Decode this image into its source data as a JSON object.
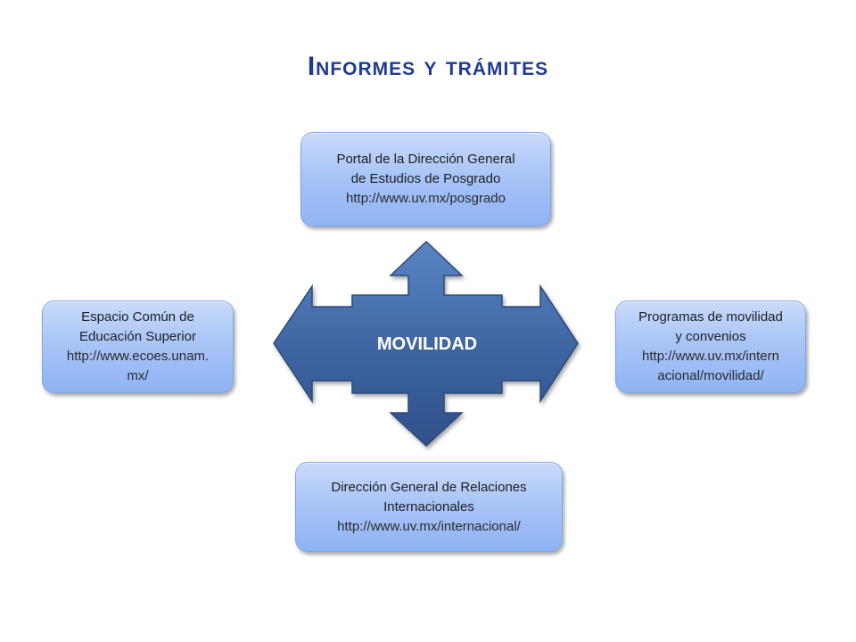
{
  "title": "Informes y trámites",
  "center": {
    "label": "MOVILIDAD"
  },
  "nodes": {
    "top": {
      "line1": "Portal de la Dirección General",
      "line2": "de Estudios de Posgrado",
      "link": "http://www.uv.mx/posgrado"
    },
    "left": {
      "line1": "Espacio Común de",
      "line2": "Educación Superior",
      "link1": "http://www.ecoes.unam.",
      "link2": "mx/"
    },
    "right": {
      "line1": "Programas de movilidad",
      "line2": "y convenios",
      "link1": "http://www.uv.mx/intern",
      "link2": "acional/movilidad/"
    },
    "bottom": {
      "line1": "Dirección General de Relaciones",
      "line2": "Internacionales",
      "link": "http://www.uv.mx/internacional/"
    }
  },
  "colors": {
    "title": "#1f3a93",
    "arrow_fill": "#3c64a0",
    "arrow_edge": "#2b4a7a",
    "node_fill": "#a9c5f7"
  }
}
